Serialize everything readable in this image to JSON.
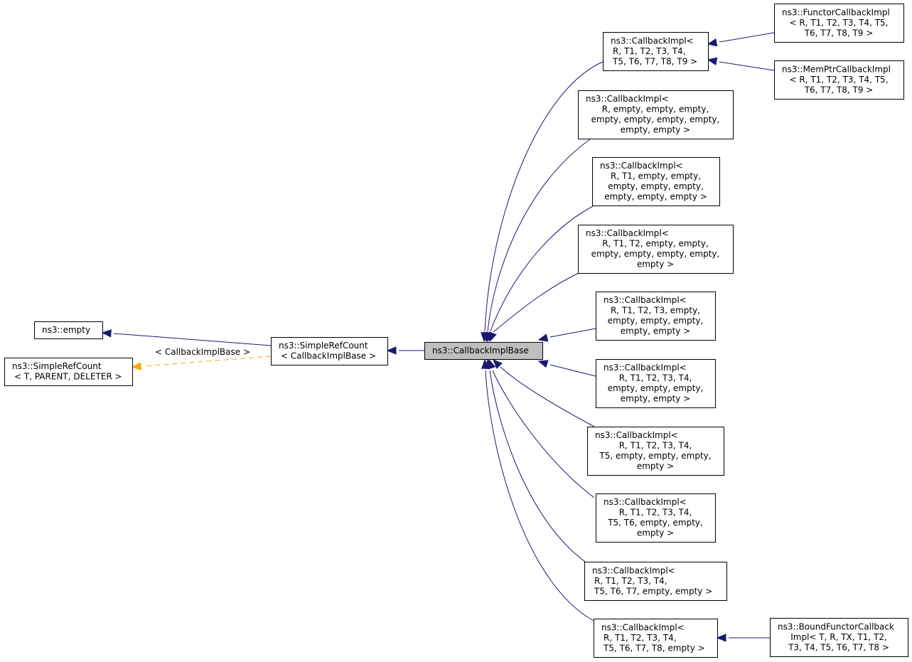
{
  "nodes": [
    {
      "id": "empty",
      "lines": [
        "ns3::empty"
      ]
    },
    {
      "id": "srcTemplate",
      "lines": [
        "ns3::SimpleRefCount",
        "< T, PARENT, DELETER >"
      ]
    },
    {
      "id": "srcCIB",
      "lines": [
        "ns3::SimpleRefCount",
        "< CallbackImplBase >"
      ]
    },
    {
      "id": "cib",
      "lines": [
        "ns3::CallbackImplBase"
      ],
      "focus": true
    },
    {
      "id": "ci9",
      "lines": [
        "ns3::CallbackImpl<",
        "R, T1, T2, T3, T4,",
        "T5, T6, T7, T8, T9 >"
      ]
    },
    {
      "id": "ci0",
      "lines": [
        "ns3::CallbackImpl<",
        "R, empty, empty, empty,",
        "empty, empty, empty, empty,",
        "empty, empty >"
      ]
    },
    {
      "id": "ci1",
      "lines": [
        "ns3::CallbackImpl<",
        "R, T1, empty, empty,",
        "empty, empty, empty,",
        "empty, empty, empty >"
      ]
    },
    {
      "id": "ci2",
      "lines": [
        "ns3::CallbackImpl<",
        "R, T1, T2, empty, empty,",
        "empty, empty, empty, empty,",
        "empty >"
      ]
    },
    {
      "id": "ci3",
      "lines": [
        "ns3::CallbackImpl<",
        "R, T1, T2, T3, empty,",
        "empty, empty, empty,",
        "empty, empty >"
      ]
    },
    {
      "id": "ci4",
      "lines": [
        "ns3::CallbackImpl<",
        "R, T1, T2, T3, T4,",
        "empty, empty, empty,",
        "empty, empty >"
      ]
    },
    {
      "id": "ci5",
      "lines": [
        "ns3::CallbackImpl<",
        "R, T1, T2, T3, T4,",
        "T5, empty, empty, empty,",
        "empty >"
      ]
    },
    {
      "id": "ci6",
      "lines": [
        "ns3::CallbackImpl<",
        "R, T1, T2, T3, T4,",
        "T5, T6, empty, empty,",
        "empty >"
      ]
    },
    {
      "id": "ci7",
      "lines": [
        "ns3::CallbackImpl<",
        "R, T1, T2, T3, T4,",
        "T5, T6, T7, empty, empty >"
      ]
    },
    {
      "id": "ci8",
      "lines": [
        "ns3::CallbackImpl<",
        "R, T1, T2, T3, T4,",
        "T5, T6, T7, T8, empty >"
      ]
    },
    {
      "id": "functor",
      "lines": [
        "ns3::FunctorCallbackImpl",
        "< R, T1, T2, T3, T4, T5,",
        "T6, T7, T8, T9 >"
      ]
    },
    {
      "id": "memptr",
      "lines": [
        "ns3::MemPtrCallbackImpl",
        "< R, T1, T2, T3, T4, T5,",
        "T6, T7, T8, T9 >"
      ]
    },
    {
      "id": "bound",
      "lines": [
        "ns3::BoundFunctorCallback",
        "Impl< T, R, TX, T1, T2,",
        "T3, T4, T5, T6, T7, T8 >"
      ]
    }
  ],
  "edges": [
    {
      "from": "empty",
      "to": "srcCIB",
      "style": "inherit"
    },
    {
      "from": "srcTemplate",
      "to": "srcCIB",
      "style": "template",
      "label": "< CallbackImplBase >"
    },
    {
      "from": "srcCIB",
      "to": "cib",
      "style": "inherit"
    },
    {
      "from": "cib",
      "to": "ci9",
      "style": "inherit"
    },
    {
      "from": "cib",
      "to": "ci0",
      "style": "inherit"
    },
    {
      "from": "cib",
      "to": "ci1",
      "style": "inherit"
    },
    {
      "from": "cib",
      "to": "ci2",
      "style": "inherit"
    },
    {
      "from": "cib",
      "to": "ci3",
      "style": "inherit"
    },
    {
      "from": "cib",
      "to": "ci4",
      "style": "inherit"
    },
    {
      "from": "cib",
      "to": "ci5",
      "style": "inherit"
    },
    {
      "from": "cib",
      "to": "ci6",
      "style": "inherit"
    },
    {
      "from": "cib",
      "to": "ci7",
      "style": "inherit"
    },
    {
      "from": "cib",
      "to": "ci8",
      "style": "inherit"
    },
    {
      "from": "ci9",
      "to": "functor",
      "style": "inherit"
    },
    {
      "from": "ci9",
      "to": "memptr",
      "style": "inherit"
    },
    {
      "from": "ci8",
      "to": "bound",
      "style": "inherit"
    }
  ],
  "colors": {
    "inherit": "#191970",
    "template": "#ffa500",
    "focus_fill": "#bfbfbf"
  }
}
